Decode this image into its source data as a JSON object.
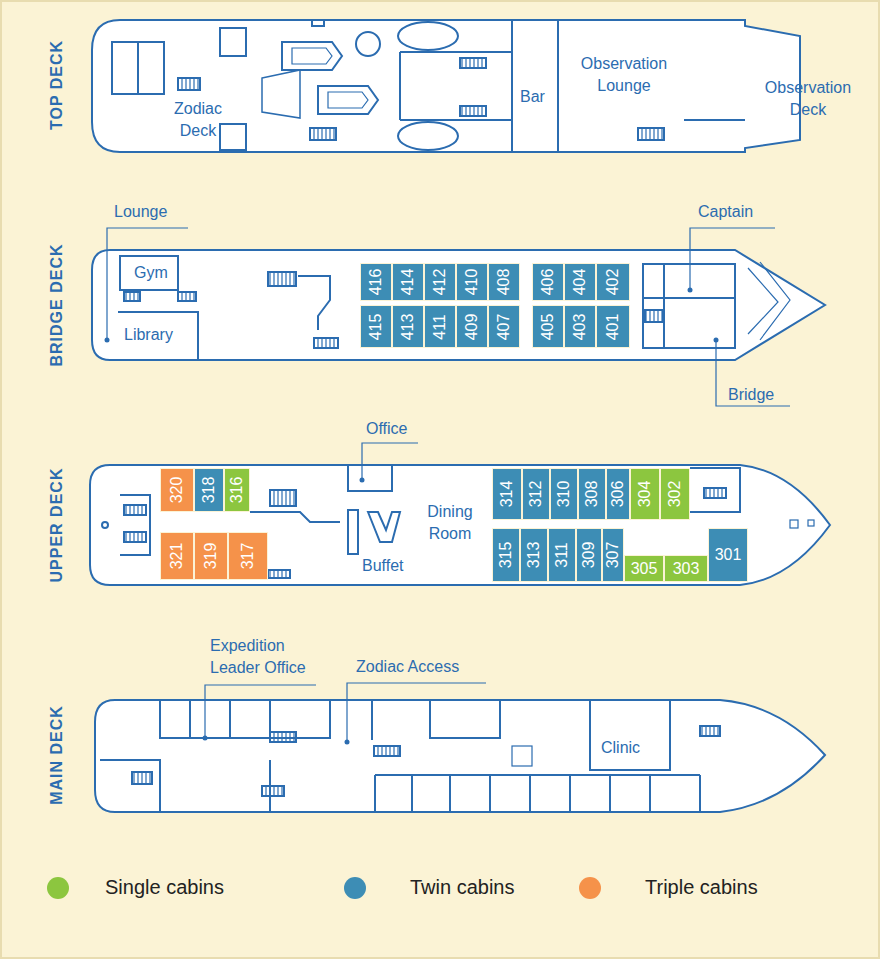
{
  "diagram": {
    "nodes": [
      {
        "text": [
          "416"
        ]
      },
      {
        "text": [
          "414"
        ]
      },
      {
        "text": [
          "412"
        ]
      },
      {
        "text": [
          "410"
        ]
      },
      {
        "text": [
          "408"
        ]
      },
      {
        "text": [
          "406"
        ]
      },
      {
        "text": [
          "404"
        ]
      },
      {
        "text": [
          "402"
        ]
      },
      {
        "text": [
          "415"
        ]
      },
      {
        "text": [
          "413"
        ]
      },
      {
        "text": [
          "411"
        ]
      },
      {
        "text": [
          "409"
        ]
      },
      {
        "text": [
          "407"
        ]
      },
      {
        "text": [
          "405"
        ]
      },
      {
        "text": [
          "403"
        ]
      },
      {
        "text": [
          "401"
        ]
      },
      {
        "text": [
          "320"
        ]
      },
      {
        "text": [
          "318"
        ]
      },
      {
        "text": [
          "316"
        ]
      },
      {
        "text": [
          "314"
        ]
      },
      {
        "text": [
          "312"
        ]
      },
      {
        "text": [
          "310"
        ]
      },
      {
        "text": [
          "308"
        ]
      },
      {
        "text": [
          "306"
        ]
      },
      {
        "text": [
          "304"
        ]
      },
      {
        "text": [
          "302"
        ]
      },
      {
        "text": [
          "321"
        ]
      },
      {
        "text": [
          "319"
        ]
      },
      {
        "text": [
          "317"
        ]
      },
      {
        "text": [
          "315"
        ]
      },
      {
        "text": [
          "313"
        ]
      },
      {
        "text": [
          "311"
        ]
      },
      {
        "text": [
          "309"
        ]
      },
      {
        "text": [
          "307"
        ]
      },
      {
        "text": [
          "305"
        ]
      },
      {
        "text": [
          "303"
        ]
      },
      {
        "text": [
          "301"
        ]
      }
    ],
    "labels": [
      "TOP DECK",
      "Zodiac Deck",
      "Bar",
      "Observation Lounge",
      "Observation Deck",
      "BRIDGE DECK",
      "Lounge",
      "Gym",
      "Library",
      "Captain",
      "Bridge",
      "UPPER DECK",
      "Office",
      "Dining Room",
      "Buffet",
      "MAIN DECK",
      "Expedition Leader Office",
      "Zodiac Access",
      "Clinic"
    ],
    "legend": [
      {
        "text": "Single cabins",
        "color": "#8cc63f"
      },
      {
        "text": "Twin cabins",
        "color": "#3d8db5"
      },
      {
        "text": "Triple cabins",
        "color": "#f5924a"
      }
    ]
  }
}
